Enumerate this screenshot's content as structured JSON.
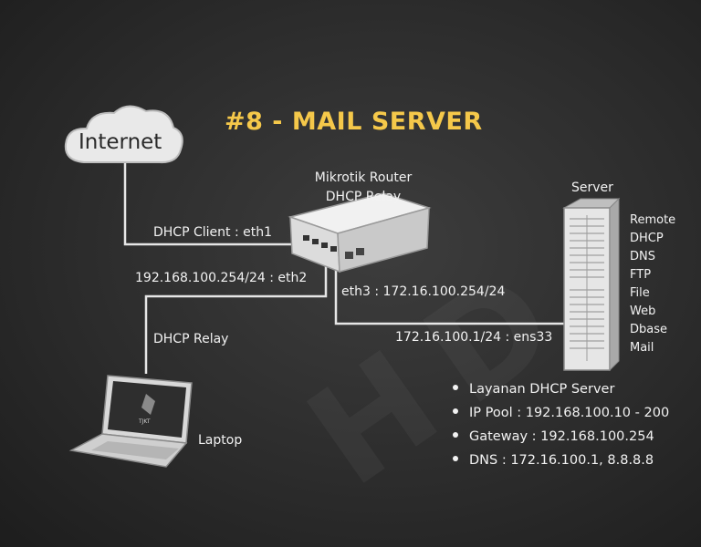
{
  "title": "#8 - MAIL SERVER",
  "internet": {
    "label": "Internet"
  },
  "router": {
    "name": "Mikrotik Router",
    "role": "DHCP Relay"
  },
  "server": {
    "label": "Server",
    "services": [
      "Remote",
      "DHCP",
      "DNS",
      "FTP",
      "File",
      "Web",
      "Dbase",
      "Mail"
    ]
  },
  "links": {
    "eth1": "DHCP Client : eth1",
    "eth2": "192.168.100.254/24 : eth2",
    "relay": "DHCP Relay",
    "eth3": "eth3 : 172.16.100.254/24",
    "ens33": "172.16.100.1/24 : ens33"
  },
  "laptop": {
    "label": "Laptop",
    "screen_text": "TJKT"
  },
  "watermark": "HD",
  "info": [
    "Layanan DHCP Server",
    "IP Pool : 192.168.100.10 - 200",
    "Gateway : 192.168.100.254",
    "DNS : 172.16.100.1, 8.8.8.8"
  ],
  "colors": {
    "title": "#f5c84a",
    "line": "#e6e6e6",
    "text": "#f2f2f2",
    "background": "#2c2c2c"
  }
}
